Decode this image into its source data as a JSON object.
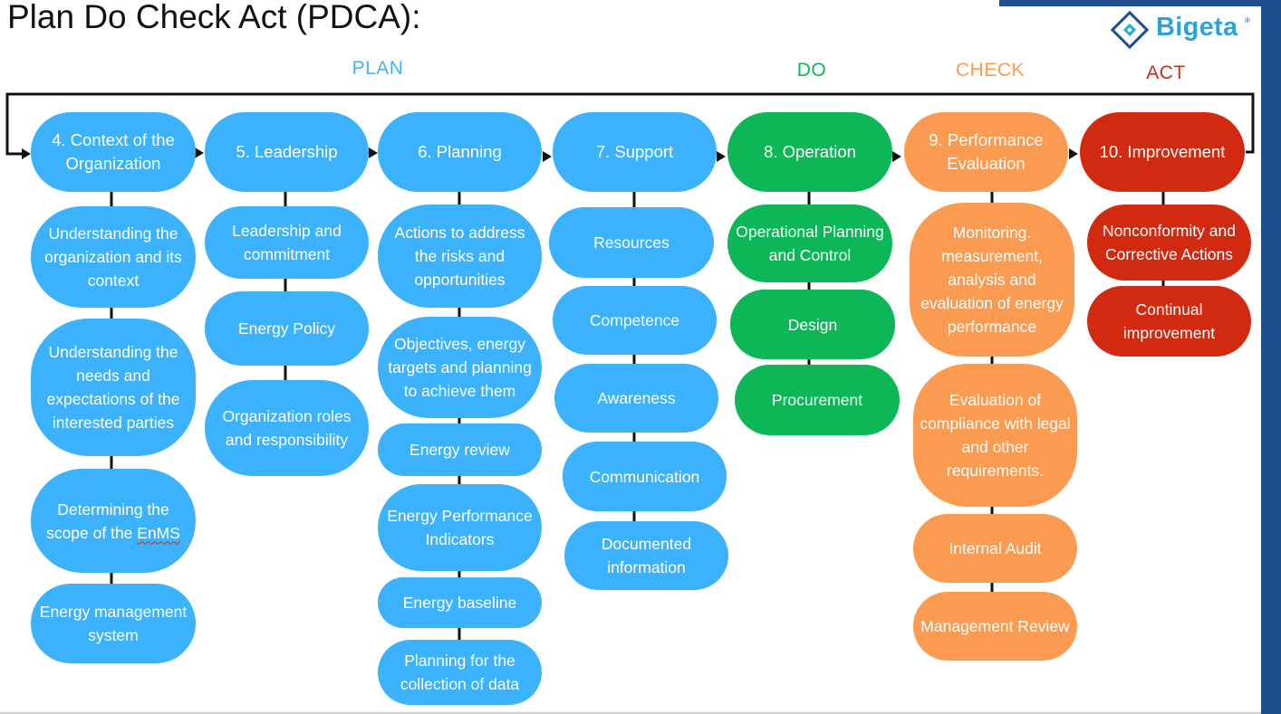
{
  "title": "Plan Do Check Act (PDCA):",
  "brand": {
    "name": "Bigeta",
    "mark": "®"
  },
  "colors": {
    "plan": "#3bb2fb",
    "do": "#0db657",
    "check": "#fb9b52",
    "act": "#d12a10",
    "frame": "#1f4e8c"
  },
  "phases": [
    {
      "label": "PLAN",
      "color": "#3bb2fb"
    },
    {
      "label": "DO",
      "color": "#0db657"
    },
    {
      "label": "CHECK",
      "color": "#fb9b52"
    },
    {
      "label": "ACT",
      "color": "#d12a10"
    }
  ],
  "columns": [
    {
      "header": "4. Context of the Organization",
      "phase": "plan",
      "items": [
        "Understanding the organization and its context",
        "Understanding the needs and expectations of the interested parties",
        "Determining the scope of the EnMS",
        "Energy management system"
      ]
    },
    {
      "header": "5. Leadership",
      "phase": "plan",
      "items": [
        "Leadership and commitment",
        "Energy Policy",
        "Organization roles and responsibility"
      ]
    },
    {
      "header": "6. Planning",
      "phase": "plan",
      "items": [
        "Actions to address the risks and opportunities",
        "Objectives, energy targets and planning to achieve them",
        "Energy review",
        "Energy Performance Indicators",
        "Energy baseline",
        "Planning for the collection of data"
      ]
    },
    {
      "header": "7. Support",
      "phase": "plan",
      "items": [
        "Resources",
        "Competence",
        "Awareness",
        "Communication",
        "Documented information"
      ]
    },
    {
      "header": "8. Operation",
      "phase": "do",
      "items": [
        "Operational Planning and Control",
        "Design",
        "Procurement"
      ]
    },
    {
      "header": "9. Performance Evaluation",
      "phase": "check",
      "items": [
        "Monitoring. measurement, analysis and evaluation of energy performance",
        "Evaluation of compliance with legal and other requirements.",
        "Internal Audit",
        "Management Review"
      ]
    },
    {
      "header": "10. Improvement",
      "phase": "act",
      "items": [
        "Nonconformity and Corrective Actions",
        "Continual improvement"
      ]
    }
  ]
}
